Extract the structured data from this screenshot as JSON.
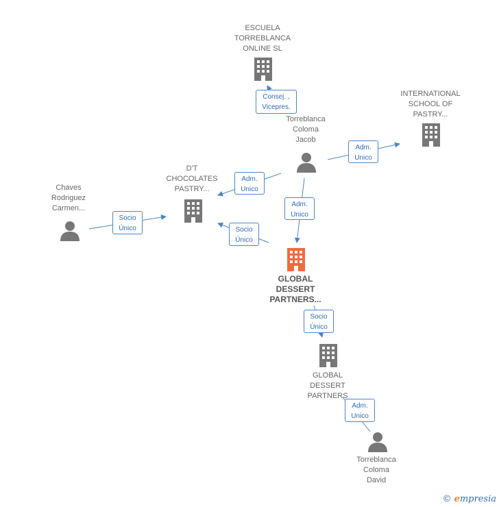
{
  "colors": {
    "accent": "#4a86c8",
    "node_gray": "#777777",
    "focus": "#f26a3c"
  },
  "nodes": {
    "escuela": {
      "label": "ESCUELA\nTORREBLANCA\nONLINE  SL",
      "icon": "building-icon"
    },
    "international": {
      "label": "INTERNATIONAL\nSCHOOL OF\nPASTRY...",
      "icon": "building-icon"
    },
    "jacob": {
      "label": "Torreblanca\nColoma\nJacob",
      "icon": "person-icon"
    },
    "dt": {
      "label": "D'T\nCHOCOLATES\nPASTRY...",
      "icon": "building-icon"
    },
    "chaves": {
      "label": "Chaves\nRodriguez\nCarmen...",
      "icon": "person-icon"
    },
    "global_focus": {
      "label": "GLOBAL\nDESSERT\nPARTNERS...",
      "icon": "building-icon"
    },
    "global2": {
      "label": "GLOBAL\nDESSERT\nPARTNERS",
      "icon": "building-icon"
    },
    "david": {
      "label": "Torreblanca\nColoma\nDavid",
      "icon": "person-icon"
    }
  },
  "edges": {
    "consej": "Consej. ,\nVicepres.",
    "adm_international": "Adm.\nUnico",
    "adm_dt": "Adm.\nUnico",
    "socio_chaves": "Socio\nÚnico",
    "socio_dt": "Socio\nÚnico",
    "adm_global": "Adm.\nUnico",
    "socio_global2": "Socio\nÚnico",
    "adm_david": "Adm.\nUnico"
  },
  "footer": {
    "copyright": "©",
    "brand_first": "e",
    "brand_rest": "mpresia"
  }
}
